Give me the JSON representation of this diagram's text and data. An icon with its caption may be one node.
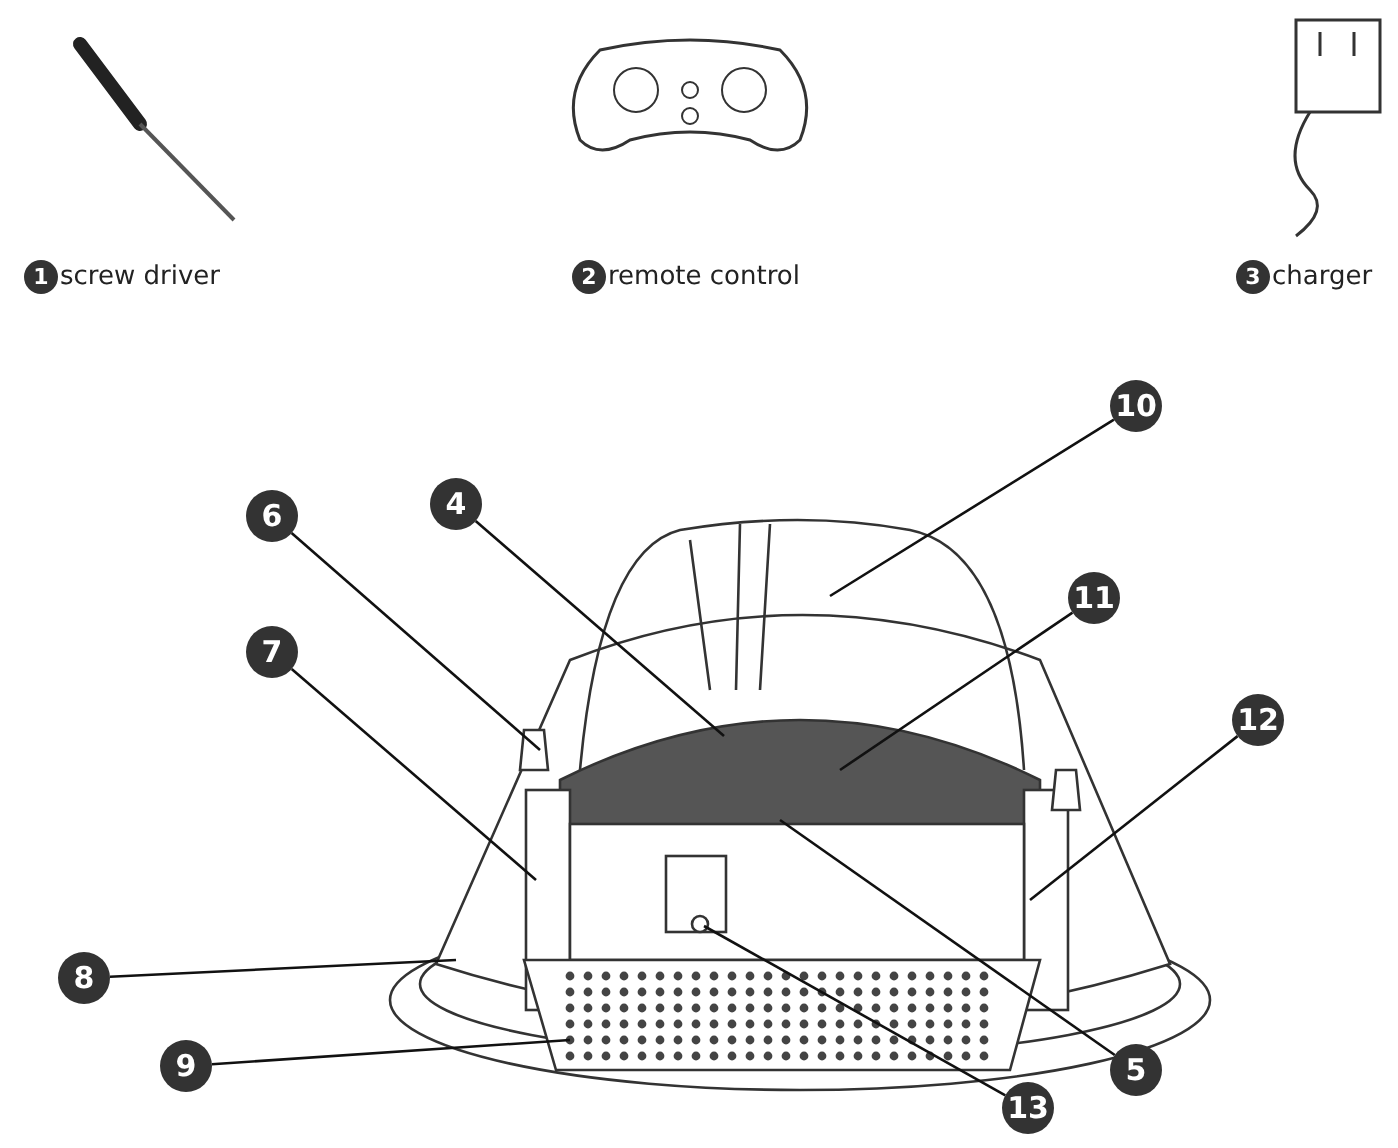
{
  "diagram": {
    "nodes": [
      {
        "text": [
          "4"
        ]
      },
      {
        "text": [
          "5"
        ]
      },
      {
        "text": [
          "6"
        ]
      },
      {
        "text": [
          "7"
        ]
      },
      {
        "text": [
          "8"
        ]
      },
      {
        "text": [
          "9"
        ]
      },
      {
        "text": [
          "10"
        ]
      },
      {
        "text": [
          "11"
        ]
      },
      {
        "text": [
          "12"
        ]
      },
      {
        "text": [
          "13"
        ]
      }
    ],
    "edges": [
      {
        "from": 0,
        "to": null,
        "arrow": "none"
      },
      {
        "from": 1,
        "to": null,
        "arrow": "none"
      },
      {
        "from": 2,
        "to": null,
        "arrow": "none"
      },
      {
        "from": 3,
        "to": null,
        "arrow": "none"
      },
      {
        "from": 4,
        "to": null,
        "arrow": "none"
      },
      {
        "from": 5,
        "to": null,
        "arrow": "none"
      },
      {
        "from": 6,
        "to": null,
        "arrow": "none"
      },
      {
        "from": 7,
        "to": null,
        "arrow": "none"
      },
      {
        "from": 8,
        "to": null,
        "arrow": "none"
      },
      {
        "from": 9,
        "to": null,
        "arrow": "none"
      }
    ],
    "labels": [
      "1",
      "screw driver",
      "2",
      "remote control",
      "3",
      "charger"
    ]
  }
}
